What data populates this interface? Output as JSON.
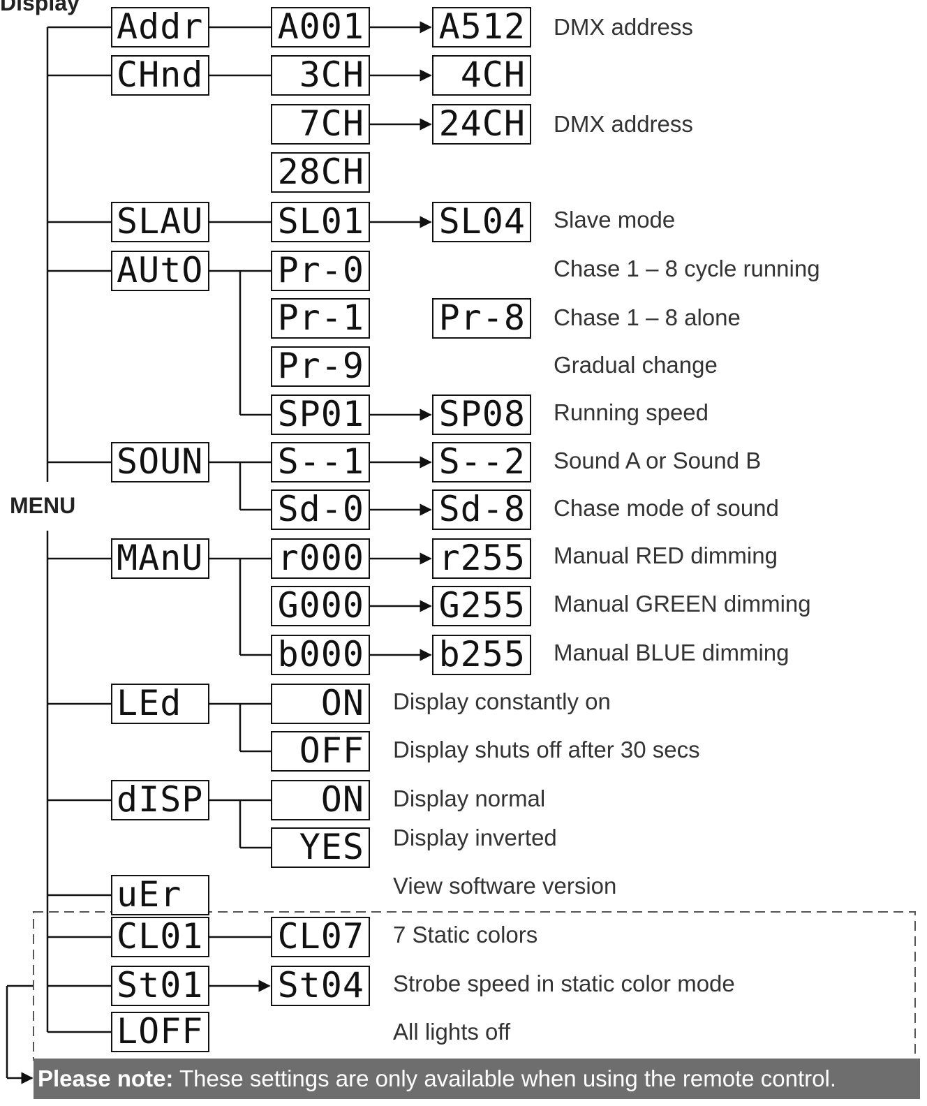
{
  "menu_label": "MENU",
  "top_cut_text": "Display",
  "rows": [
    {
      "c1": "Addr",
      "c2": "A001",
      "c3": "A512",
      "label": "DMX address"
    },
    {
      "c1": "CHnd",
      "c2": "3CH",
      "c3": "4CH",
      "label": ""
    },
    {
      "c2": "7CH",
      "c3": "24CH",
      "label": "DMX address"
    },
    {
      "c2": "28CH"
    },
    {
      "c1": "SLAU",
      "c2": "SL01",
      "c3": "SL04",
      "label": "Slave mode"
    },
    {
      "c1": "AUtO",
      "c2": "Pr-0",
      "label": "Chase 1 – 8 cycle running"
    },
    {
      "c2": "Pr-1",
      "c3": "Pr-8",
      "label": "Chase 1 – 8 alone"
    },
    {
      "c2": "Pr-9",
      "label": "Gradual change"
    },
    {
      "c2": "SP01",
      "c3": "SP08",
      "label": "Running speed"
    },
    {
      "c1": "SOUN",
      "c2": "S--1",
      "c3": "S--2",
      "label": "Sound A or Sound B"
    },
    {
      "c2": "Sd-0",
      "c3": "Sd-8",
      "label": "Chase mode of sound"
    },
    {
      "c1": "MAnU",
      "c2": "r000",
      "c3": "r255",
      "label": "Manual RED dimming"
    },
    {
      "c2": "G000",
      "c3": "G255",
      "label": "Manual GREEN dimming"
    },
    {
      "c2": "b000",
      "c3": "b255",
      "label": "Manual BLUE dimming"
    },
    {
      "c1": "LEd",
      "c2": "ON",
      "label": "Display constantly on"
    },
    {
      "c2": "OFF",
      "label": "Display shuts off after 30 secs"
    },
    {
      "c1": "dISP",
      "c2": "ON",
      "label": "Display normal"
    },
    {
      "c2": "YES",
      "label": "Display inverted"
    },
    {
      "c1": "uEr",
      "label": "View software version"
    },
    {
      "c1": "CL01",
      "c2": "CL07",
      "label": "7 Static colors"
    },
    {
      "c1": "St01",
      "c2": "St04",
      "label": "Strobe speed in static color mode"
    },
    {
      "c1": "LOFF",
      "label": "All lights off"
    }
  ],
  "note": {
    "bold": "Please note:",
    "text": " These settings are only available when using the remote control."
  }
}
